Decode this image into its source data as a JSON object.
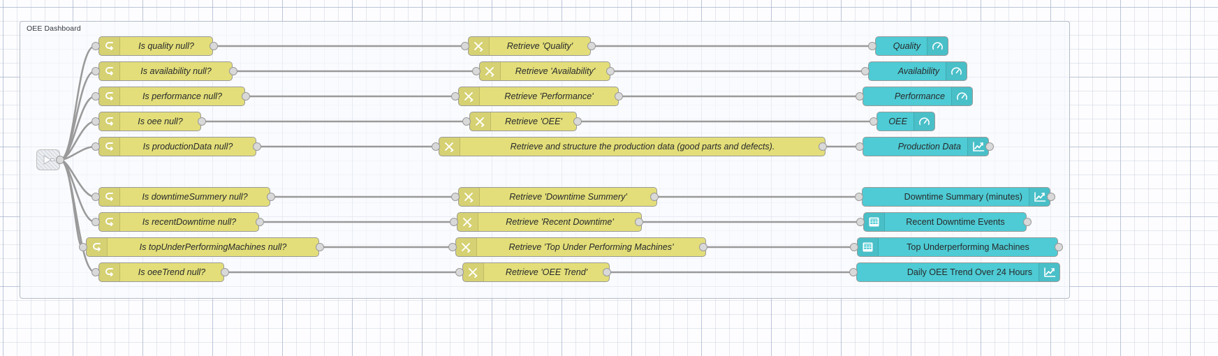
{
  "app": {
    "name": "node-red-flow-editor",
    "canvas_background": "#fdfdff",
    "grid_color": "#aab4c8"
  },
  "group": {
    "label": "OEE Dashboard",
    "border_color": "#b4bcc8"
  },
  "colors": {
    "function_node": "#e3de79",
    "dashboard_node": "#4ecbd4",
    "source_node": "#c9ced5",
    "wire": "#9a9a9a",
    "port": "#d9d9d9",
    "text": "#27292b"
  },
  "source_node": {
    "name": "link-in-node",
    "icon": "link-in-icon",
    "label": ""
  },
  "rows": [
    {
      "id": "quality",
      "switch": {
        "label": "Is quality null?",
        "icon": "switch-icon"
      },
      "change": {
        "label": "Retrieve 'Quality'",
        "icon": "change-icon"
      },
      "dashboard": {
        "label": "Quality",
        "icon": "gauge-icon",
        "icon_side": "right",
        "italic": true
      }
    },
    {
      "id": "availability",
      "switch": {
        "label": "Is availability null?",
        "icon": "switch-icon"
      },
      "change": {
        "label": "Retrieve 'Availability'",
        "icon": "change-icon"
      },
      "dashboard": {
        "label": "Availability",
        "icon": "gauge-icon",
        "icon_side": "right",
        "italic": true
      }
    },
    {
      "id": "performance",
      "switch": {
        "label": "Is performance null?",
        "icon": "switch-icon"
      },
      "change": {
        "label": "Retrieve 'Performance'",
        "icon": "change-icon"
      },
      "dashboard": {
        "label": "Performance",
        "icon": "gauge-icon",
        "icon_side": "right",
        "italic": true
      }
    },
    {
      "id": "oee",
      "switch": {
        "label": "Is oee null?",
        "icon": "switch-icon"
      },
      "change": {
        "label": "Retrieve 'OEE'",
        "icon": "change-icon"
      },
      "dashboard": {
        "label": "OEE",
        "icon": "gauge-icon",
        "icon_side": "right",
        "italic": true
      }
    },
    {
      "id": "production-data",
      "switch": {
        "label": "Is productionData null?",
        "icon": "switch-icon"
      },
      "change": {
        "label": "Retrieve and structure the production data (good parts and defects).",
        "icon": "change-icon"
      },
      "dashboard": {
        "label": "Production Data",
        "icon": "chart-line-icon",
        "icon_side": "right",
        "italic": true
      }
    },
    {
      "id": "downtime-summary",
      "switch": {
        "label": "Is downtimeSummery null?",
        "icon": "switch-icon"
      },
      "change": {
        "label": "Retrieve 'Downtime Summery'",
        "icon": "change-icon"
      },
      "dashboard": {
        "label": "Downtime Summary (minutes)",
        "icon": "chart-line-icon",
        "icon_side": "right",
        "italic": false
      }
    },
    {
      "id": "recent-downtime",
      "switch": {
        "label": "Is recentDowntime null?",
        "icon": "switch-icon"
      },
      "change": {
        "label": "Retrieve 'Recent Downtime'",
        "icon": "change-icon"
      },
      "dashboard": {
        "label": "Recent Downtime Events",
        "icon": "table-icon",
        "icon_side": "left",
        "italic": false
      }
    },
    {
      "id": "top-underperforming-machines",
      "switch": {
        "label": "Is topUnderPerformingMachines null?",
        "icon": "switch-icon"
      },
      "change": {
        "label": "Retrieve 'Top Under Performing Machines'",
        "icon": "change-icon"
      },
      "dashboard": {
        "label": "Top Underperforming Machines",
        "icon": "table-icon",
        "icon_side": "left",
        "italic": false
      }
    },
    {
      "id": "oee-trend",
      "switch": {
        "label": "Is oeeTrend null?",
        "icon": "switch-icon"
      },
      "change": {
        "label": "Retrieve 'OEE Trend'",
        "icon": "change-icon"
      },
      "dashboard": {
        "label": "Daily OEE Trend Over 24 Hours",
        "icon": "chart-line-icon",
        "icon_side": "right",
        "italic": false
      }
    }
  ]
}
